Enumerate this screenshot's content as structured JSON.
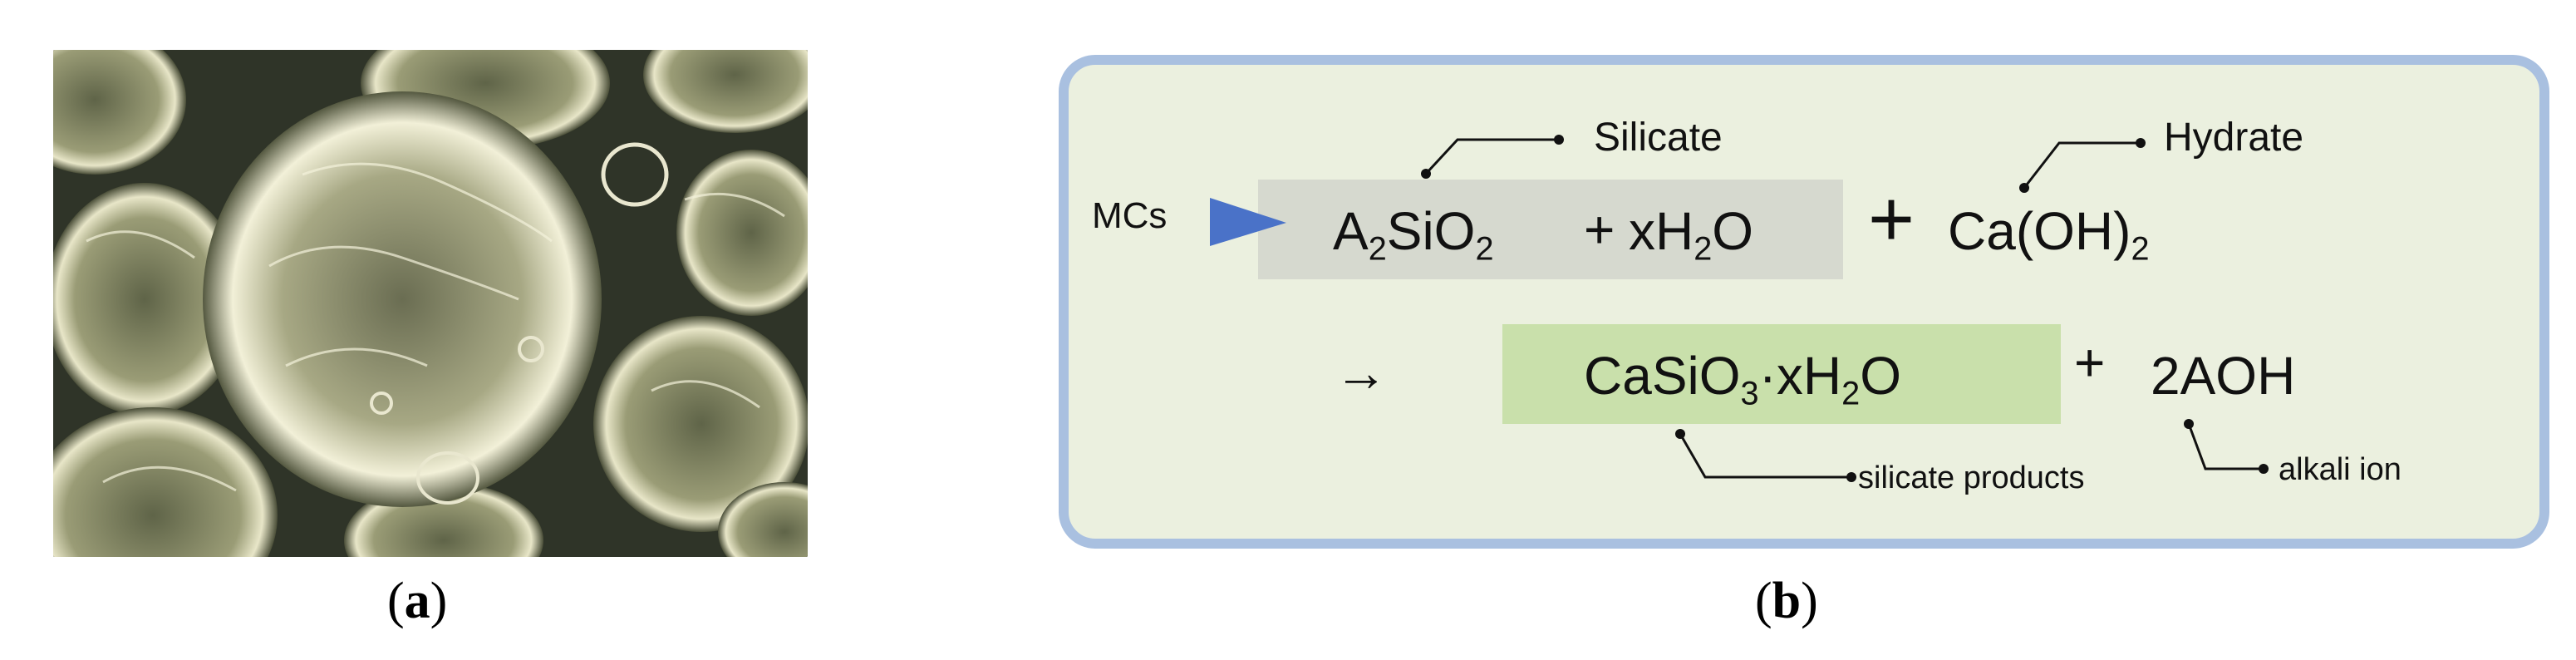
{
  "panel_a": {
    "caption": "a"
  },
  "panel_b": {
    "caption": "b",
    "mcs_label": "MCs",
    "reactant1": {
      "A": "A",
      "A_sub": "2",
      "SiO": "SiO",
      "SiO_sub": "2"
    },
    "plus_small": "+",
    "water1": {
      "xH": "xH",
      "H_sub": "2",
      "O": "O"
    },
    "plus_big": "+",
    "reactant2": {
      "Ca": "Ca(OH)",
      "sub": "2"
    },
    "arrow": "→",
    "product1": {
      "CaSiO": "CaSiO",
      "sub3": "3",
      "dot_xH": "·xH",
      "sub2": "2",
      "O": "O"
    },
    "plus2": "+",
    "product2": "2AOH",
    "labels": {
      "silicate": "Silicate",
      "hydrate": "Hydrate",
      "silicate_products": "silicate products",
      "alkali_ion": "alkali ion"
    },
    "colors": {
      "border": "#a9c0e0",
      "background": "#ebf0df",
      "reactant_highlight": "#d6d9cf",
      "product_highlight": "#c9e0ab",
      "arrow_head": "#4a72c8"
    }
  }
}
